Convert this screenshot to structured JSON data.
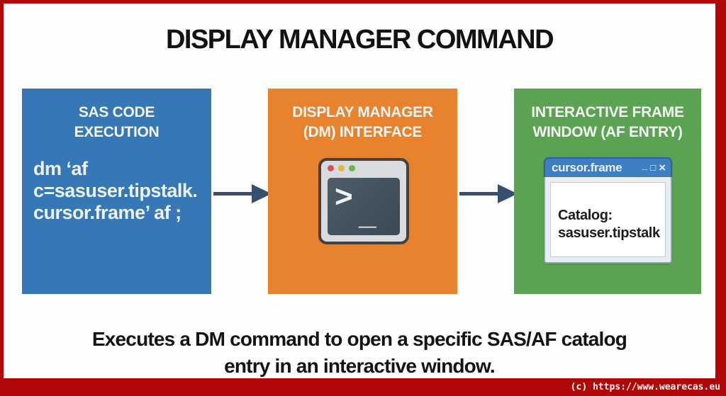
{
  "title": "DISPLAY MANAGER COMMAND",
  "colors": {
    "frame_red": "#b00708",
    "box_blue": "#3578b5",
    "box_orange": "#e8822d",
    "box_green": "#5ba352",
    "arrow": "#34516f",
    "window_titlebar_blue": "#3e7fc1",
    "terminal_screen": "#3e4e5a",
    "terminal_dot_red": "#dd4f4c",
    "terminal_dot_yellow": "#e9b63d",
    "terminal_dot_green": "#6fb350"
  },
  "boxes": {
    "sas_code": {
      "heading_line1": "SAS CODE",
      "heading_line2": "EXECUTION",
      "code_line1": "dm ‘af",
      "code_line2": "c=sasuser.tipstalk.",
      "code_line3": "cursor.frame’ af ;"
    },
    "dm_interface": {
      "heading_line1": "DISPLAY MANAGER",
      "heading_line2": "(DM) INTERFACE",
      "prompt_gt": ">",
      "prompt_underscore": "_"
    },
    "af_window": {
      "heading_line1": "INTERACTIVE FRAME",
      "heading_line2": "WINDOW (AF ENTRY)",
      "window": {
        "title": "cursor.frame",
        "minimize": "_",
        "maximize": "□",
        "close": "×",
        "content_line1": "Catalog:",
        "content_line2": "sasuser.tipstalk"
      }
    }
  },
  "caption": {
    "line1": "Executes a DM command to open a specific SAS/AF catalog",
    "line2": "entry in an interactive window."
  },
  "watermark": "(c) https://www.wearecas.eu"
}
